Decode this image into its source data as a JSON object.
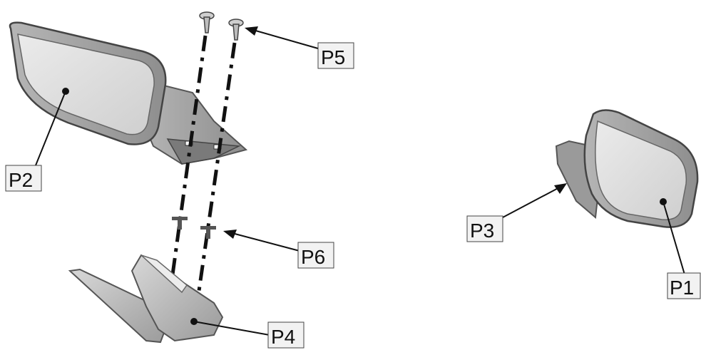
{
  "diagram": {
    "callouts": {
      "p1": "P1",
      "p2": "P2",
      "p3": "P3",
      "p4": "P4",
      "p5": "P5",
      "p6": "P6"
    }
  }
}
